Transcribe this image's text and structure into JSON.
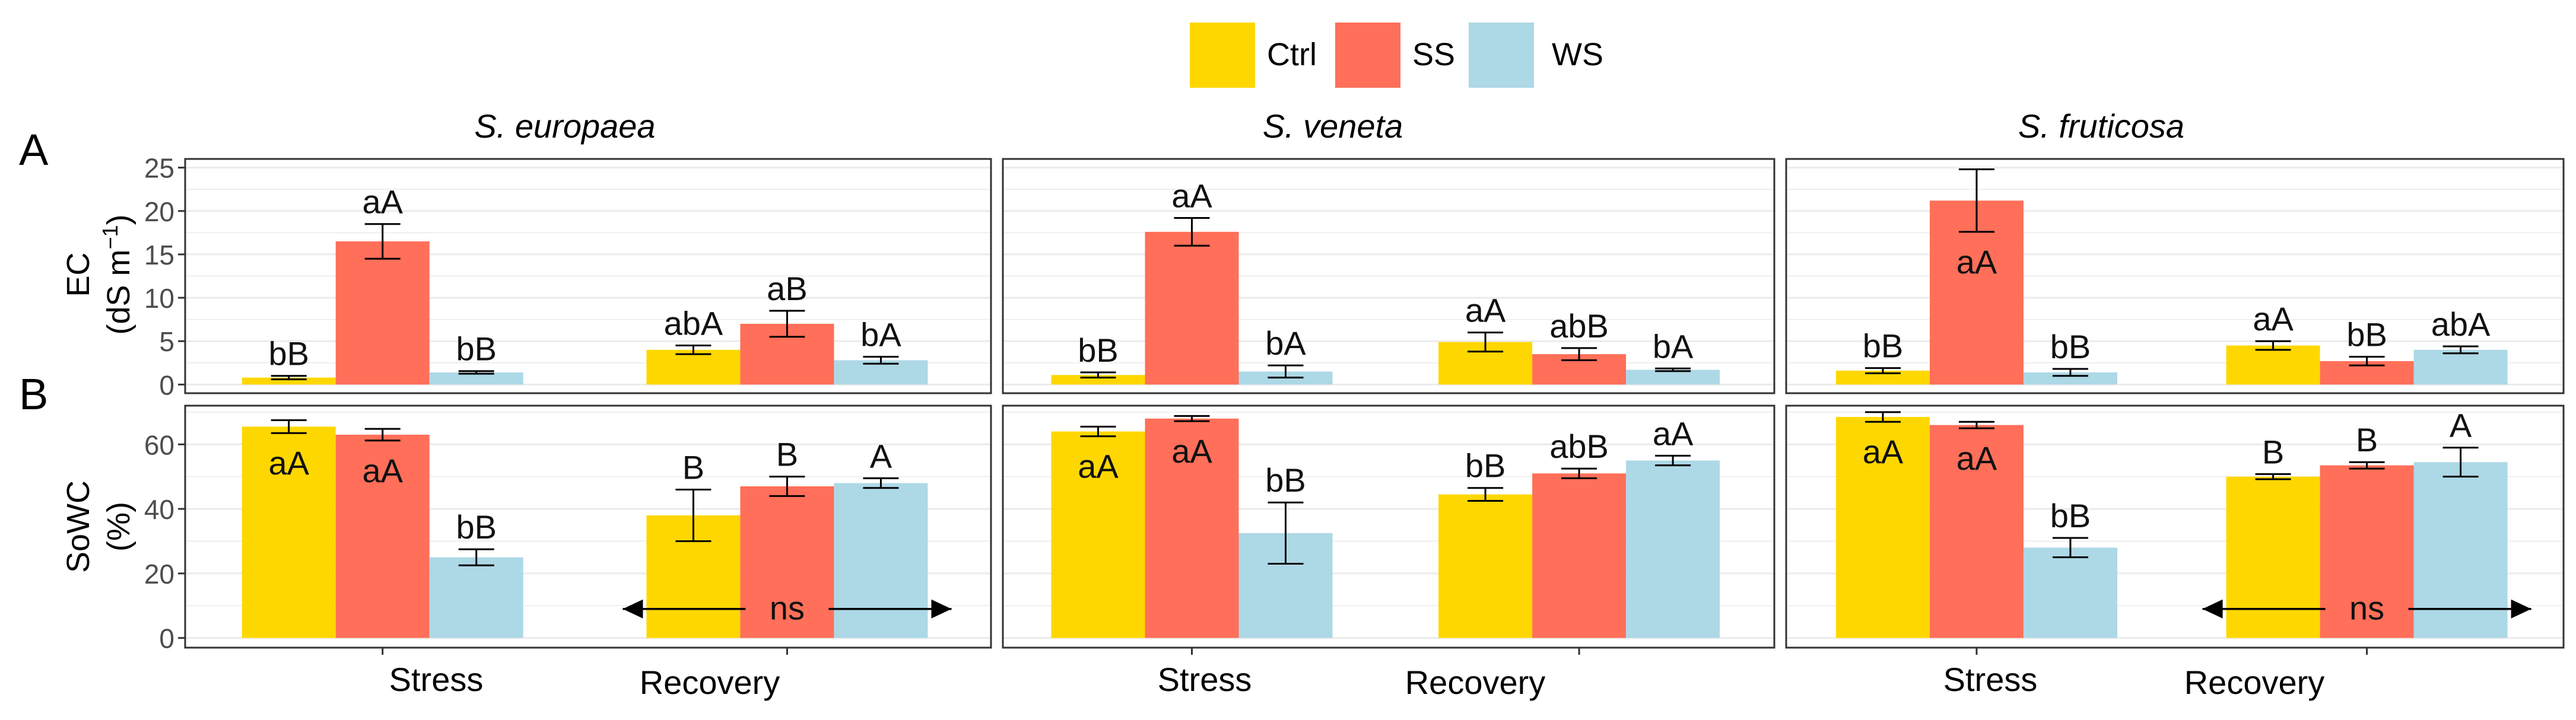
{
  "legend": {
    "items": [
      {
        "label": "Ctrl",
        "color": "#FFD700"
      },
      {
        "label": "SS",
        "color": "#FF6F59"
      },
      {
        "label": "WS",
        "color": "#ADD8E6"
      }
    ]
  },
  "panel_letters": {
    "top": "A",
    "bottom": "B"
  },
  "row_labels": {
    "top_line1": "EC",
    "top_line2_main": "(dS m",
    "top_line2_sup": "−1",
    "top_line2_end": ")",
    "bottom_line1": "SoWC",
    "bottom_line2": "(%)"
  },
  "species": [
    "S. europaea",
    "S. veneta",
    "S. fruticosa"
  ],
  "x_categories": [
    "Stress",
    "Recovery"
  ],
  "ns_label": "ns",
  "colors": {
    "error_bar": "#000000",
    "grid": "#EBEBEB",
    "panel_border": "#333333"
  },
  "chart_data": [
    {
      "type": "bar",
      "title": "S. europaea — EC",
      "ylabel": "EC (dS m−1)",
      "ylim": [
        -1,
        26
      ],
      "yticks": [
        0,
        5,
        10,
        15,
        20,
        25
      ],
      "categories": [
        "Stress",
        "Recovery"
      ],
      "series": [
        {
          "name": "Ctrl",
          "values": [
            0.8,
            4.0
          ],
          "errors": [
            0.2,
            0.5
          ],
          "labels": [
            "bB",
            "abA"
          ]
        },
        {
          "name": "SS",
          "values": [
            16.5,
            7.0
          ],
          "errors": [
            2.0,
            1.5
          ],
          "labels": [
            "aA",
            "aB"
          ]
        },
        {
          "name": "WS",
          "values": [
            1.4,
            2.8
          ],
          "errors": [
            0.15,
            0.4
          ],
          "labels": [
            "bB",
            "bA"
          ]
        }
      ]
    },
    {
      "type": "bar",
      "title": "S. veneta — EC",
      "ylabel": "EC (dS m−1)",
      "ylim": [
        -1,
        26
      ],
      "yticks": [
        0,
        5,
        10,
        15,
        20,
        25
      ],
      "categories": [
        "Stress",
        "Recovery"
      ],
      "series": [
        {
          "name": "Ctrl",
          "values": [
            1.1,
            4.9
          ],
          "errors": [
            0.3,
            1.1
          ],
          "labels": [
            "bB",
            "aA"
          ]
        },
        {
          "name": "SS",
          "values": [
            17.6,
            3.5
          ],
          "errors": [
            1.6,
            0.7
          ],
          "labels": [
            "aA",
            "abB"
          ]
        },
        {
          "name": "WS",
          "values": [
            1.5,
            1.7
          ],
          "errors": [
            0.7,
            0.15
          ],
          "labels": [
            "bA",
            "bA"
          ]
        }
      ]
    },
    {
      "type": "bar",
      "title": "S. fruticosa — EC",
      "ylabel": "EC (dS m−1)",
      "ylim": [
        -1,
        26
      ],
      "yticks": [
        0,
        5,
        10,
        15,
        20,
        25
      ],
      "categories": [
        "Stress",
        "Recovery"
      ],
      "series": [
        {
          "name": "Ctrl",
          "values": [
            1.6,
            4.5
          ],
          "errors": [
            0.3,
            0.5
          ],
          "labels": [
            "bB",
            "aA"
          ]
        },
        {
          "name": "SS",
          "values": [
            21.2,
            2.7
          ],
          "errors": [
            3.6,
            0.5
          ],
          "labels": [
            "aA",
            "bB"
          ]
        },
        {
          "name": "WS",
          "values": [
            1.4,
            4.0
          ],
          "errors": [
            0.4,
            0.4
          ],
          "labels": [
            "bB",
            "abA"
          ]
        }
      ]
    },
    {
      "type": "bar",
      "title": "S. europaea — SoWC",
      "ylabel": "SoWC (%)",
      "ylim": [
        -3,
        72
      ],
      "yticks": [
        0,
        20,
        40,
        60
      ],
      "categories": [
        "Stress",
        "Recovery"
      ],
      "series": [
        {
          "name": "Ctrl",
          "values": [
            65.5,
            38.0
          ],
          "errors": [
            2.0,
            8.0
          ],
          "labels": [
            "aA",
            "B"
          ]
        },
        {
          "name": "SS",
          "values": [
            63.0,
            47.0
          ],
          "errors": [
            1.8,
            3.0
          ],
          "labels": [
            "aA",
            "B"
          ]
        },
        {
          "name": "WS",
          "values": [
            25.0,
            48.0
          ],
          "errors": [
            2.5,
            1.5
          ],
          "labels": [
            "bB",
            "A"
          ]
        }
      ],
      "recovery_ns": true
    },
    {
      "type": "bar",
      "title": "S. veneta — SoWC",
      "ylabel": "SoWC (%)",
      "ylim": [
        -3,
        72
      ],
      "yticks": [
        0,
        20,
        40,
        60
      ],
      "categories": [
        "Stress",
        "Recovery"
      ],
      "series": [
        {
          "name": "Ctrl",
          "values": [
            64.0,
            44.5
          ],
          "errors": [
            1.5,
            2.0
          ],
          "labels": [
            "aA",
            "bB"
          ]
        },
        {
          "name": "SS",
          "values": [
            68.0,
            51.0
          ],
          "errors": [
            0.8,
            1.5
          ],
          "labels": [
            "aA",
            "abB"
          ]
        },
        {
          "name": "WS",
          "values": [
            32.5,
            55.0
          ],
          "errors": [
            9.5,
            1.5
          ],
          "labels": [
            "bB",
            "aA"
          ]
        }
      ]
    },
    {
      "type": "bar",
      "title": "S. fruticosa — SoWC",
      "ylabel": "SoWC (%)",
      "ylim": [
        -3,
        72
      ],
      "yticks": [
        0,
        20,
        40,
        60
      ],
      "categories": [
        "Stress",
        "Recovery"
      ],
      "series": [
        {
          "name": "Ctrl",
          "values": [
            68.5,
            50.0
          ],
          "errors": [
            1.5,
            0.8
          ],
          "labels": [
            "aA",
            "B"
          ]
        },
        {
          "name": "SS",
          "values": [
            66.0,
            53.5
          ],
          "errors": [
            1.0,
            1.0
          ],
          "labels": [
            "aA",
            "B"
          ]
        },
        {
          "name": "WS",
          "values": [
            28.0,
            54.5
          ],
          "errors": [
            3.0,
            4.5
          ],
          "labels": [
            "bB",
            "A"
          ]
        }
      ],
      "recovery_ns": true
    }
  ]
}
